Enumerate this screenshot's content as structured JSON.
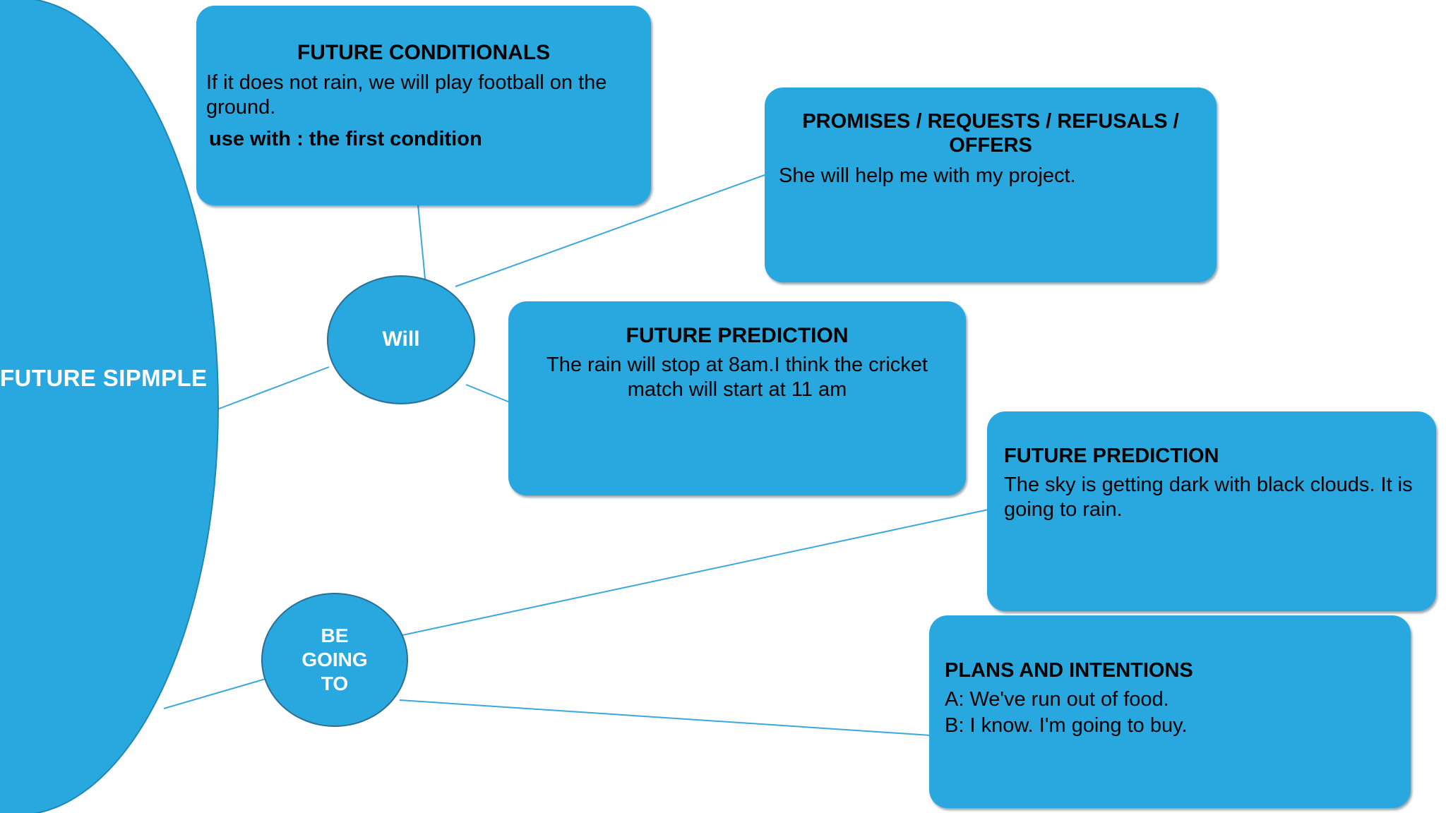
{
  "diagram": {
    "title": "FUTURE SIPMPLE",
    "colors": {
      "node_fill": "#29A8DF",
      "connector": "#3BA8DD",
      "node_text_light": "#FFFFFF",
      "card_text": "#000000",
      "background": "#FFFFFF"
    }
  },
  "root": {
    "label": "FUTURE SIPMPLE"
  },
  "hubs": {
    "will": {
      "label": "Will"
    },
    "be_going_to": {
      "label": "BE\nGOING\nTO"
    }
  },
  "cards": {
    "conditionals": {
      "title": "FUTURE CONDITIONALS",
      "body": "If it does not rain, we will play football on the ground.",
      "note": "use with : the first condition"
    },
    "promises": {
      "title": "PROMISES / REQUESTS / REFUSALS / OFFERS",
      "body": "She will help me with my project."
    },
    "prediction_will": {
      "title": "FUTURE PREDICTION",
      "body": "The rain will stop at 8am.I think the cricket match will start at 11 am"
    },
    "prediction_going": {
      "title": "FUTURE PREDICTION",
      "body": "The sky is getting dark with black clouds. It is going to rain."
    },
    "plans": {
      "title": "PLANS AND INTENTIONS",
      "line_a": "A: We've run out of  food.",
      "line_b": "B: I know. I'm going to buy."
    }
  }
}
